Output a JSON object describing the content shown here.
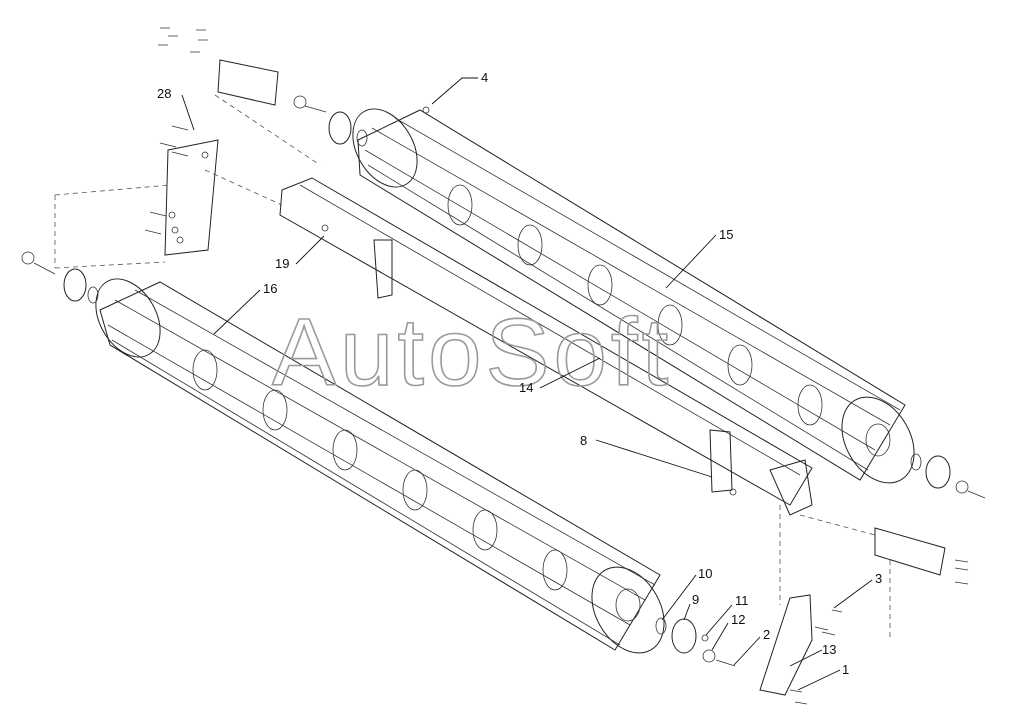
{
  "watermark": "AutoSoft",
  "callouts": [
    {
      "id": "c4",
      "text": "4"
    },
    {
      "id": "c28",
      "text": "28"
    },
    {
      "id": "c15",
      "text": "15"
    },
    {
      "id": "c19",
      "text": "19"
    },
    {
      "id": "c16",
      "text": "16"
    },
    {
      "id": "c14",
      "text": "14"
    },
    {
      "id": "c8",
      "text": "8"
    },
    {
      "id": "c10",
      "text": "10"
    },
    {
      "id": "c9",
      "text": "9"
    },
    {
      "id": "c11",
      "text": "11"
    },
    {
      "id": "c12",
      "text": "12"
    },
    {
      "id": "c2",
      "text": "2"
    },
    {
      "id": "c3",
      "text": "3"
    },
    {
      "id": "c13",
      "text": "13"
    },
    {
      "id": "c1",
      "text": "1"
    }
  ]
}
